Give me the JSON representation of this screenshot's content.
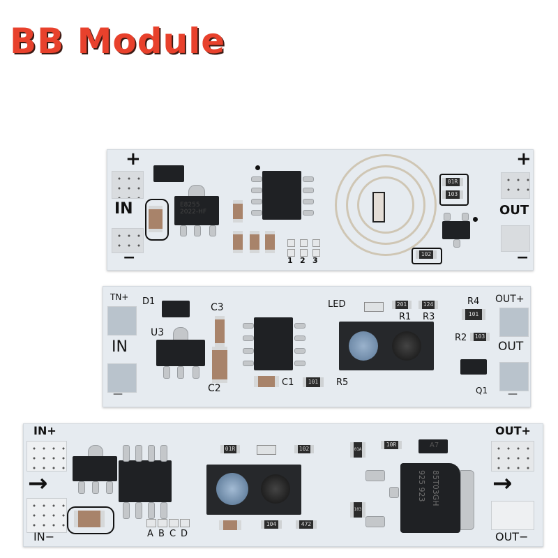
{
  "title": "BB Module",
  "colors": {
    "title": "#e8412c",
    "board": "#e6ebf0",
    "ic": "#1f2124",
    "silkscreen": "#111111"
  },
  "board1": {
    "plus": "+",
    "minus": "−",
    "in_label": "IN",
    "out_label": "OUT",
    "regulator_marking": "E8255 2022-HF",
    "jumper_labels": [
      "1",
      "2",
      "3"
    ],
    "resistors": [
      "01R",
      "103",
      "102"
    ]
  },
  "board2": {
    "in_plus": "TN+",
    "in_label": "IN",
    "in_minus": "—",
    "out_plus": "OUT+",
    "out_label": "OUT",
    "out_minus": "—",
    "designators": {
      "d1": "D1",
      "u3": "U3",
      "c3": "C3",
      "c2": "C2",
      "c1": "C1",
      "r5": "R5",
      "led": "LED",
      "r1": "R1",
      "r3": "R3",
      "r4": "R4",
      "r2": "R2",
      "q1": "Q1"
    },
    "resistors": {
      "r1": "201",
      "r3": "124",
      "r4": "101",
      "r2": "103",
      "r5": "101"
    }
  },
  "board3": {
    "in_plus": "IN+",
    "in_minus": "IN−",
    "out_plus": "OUT+",
    "out_minus": "OUT−",
    "arrow": "→",
    "jumper_labels": [
      "A",
      "B",
      "C",
      "D"
    ],
    "resistors": [
      "01R",
      "102",
      "01A",
      "10R",
      "104",
      "472",
      "103"
    ],
    "diode_marking": "A7",
    "mosfet_marking": [
      "85T03GH",
      "925 923"
    ]
  }
}
